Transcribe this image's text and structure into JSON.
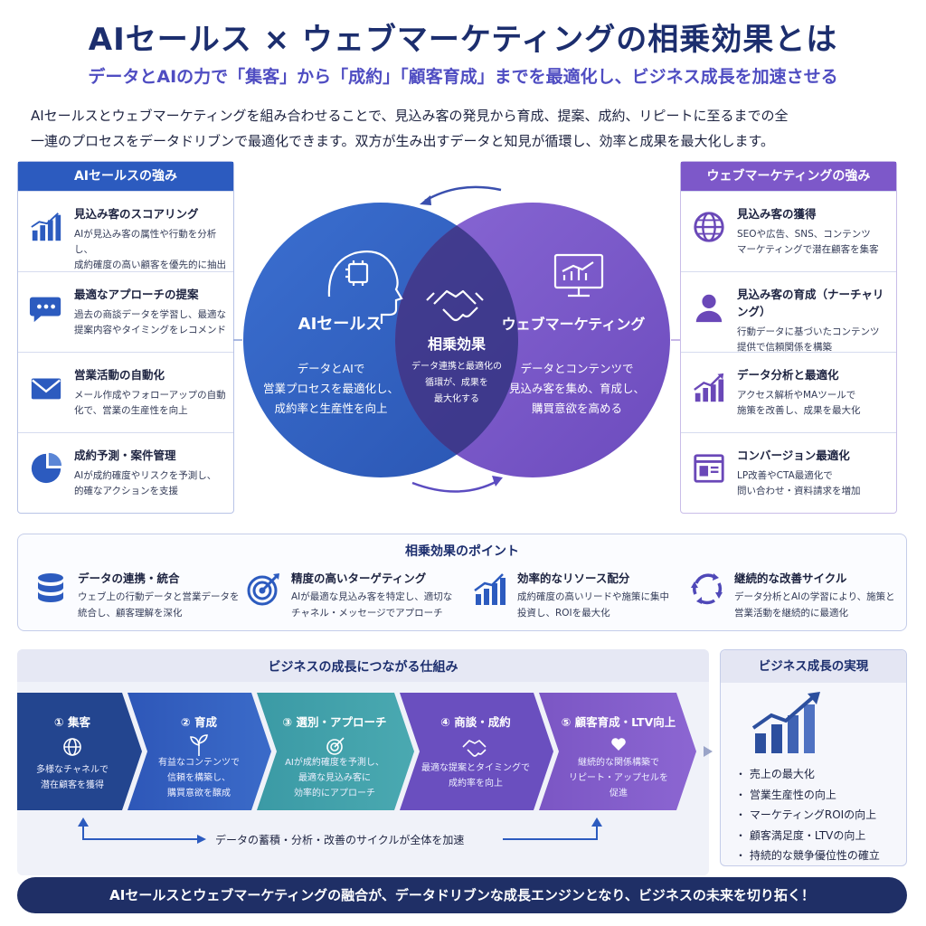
{
  "header": {
    "title": "AIセールス × ウェブマーケティングの相乗効果とは",
    "subtitle": "データとAIの力で「集客」から「成約」「顧客育成」までを最適化し、ビジネス成長を加速させる",
    "intro_line1": "AIセールスとウェブマーケティングを組み合わせることで、見込み客の発見から育成、提案、成約、リピートに至るまでの全",
    "intro_line2": "一連のプロセスをデータドリブンで最適化できます。双方が生み出すデータと知見が循環し、効率と成果を最大化します。"
  },
  "colors": {
    "ai_blue": "#2c5bbf",
    "web_purple": "#7d58c9",
    "teal": "#3c9aa5",
    "navy": "#1f2f66"
  },
  "left_panel": {
    "title": "AIセールスの強み",
    "items": [
      {
        "icon": "bar-chart-icon",
        "title": "見込み客のスコアリング",
        "desc1": "AIが見込み客の属性や行動を分析し、",
        "desc2": "成約確度の高い顧客を優先的に抽出"
      },
      {
        "icon": "chat-bubble-icon",
        "title": "最適なアプローチの提案",
        "desc1": "過去の商談データを学習し、最適な",
        "desc2": "提案内容やタイミングをレコメンド"
      },
      {
        "icon": "mail-icon",
        "title": "営業活動の自動化",
        "desc1": "メール作成やフォローアップの自動",
        "desc2": "化で、営業の生産性を向上"
      },
      {
        "icon": "pie-chart-icon",
        "title": "成約予測・案件管理",
        "desc1": "AIが成約確度やリスクを予測し、",
        "desc2": "的確なアクションを支援"
      }
    ]
  },
  "right_panel": {
    "title": "ウェブマーケティングの強み",
    "items": [
      {
        "icon": "globe-icon",
        "title": "見込み客の獲得",
        "desc1": "SEOや広告、SNS、コンテンツ",
        "desc2": "マーケティングで潜在顧客を集客"
      },
      {
        "icon": "person-icon",
        "title": "見込み客の育成（ナーチャリング）",
        "desc1": "行動データに基づいたコンテンツ",
        "desc2": "提供で信頼関係を構築"
      },
      {
        "icon": "growth-chart-icon",
        "title": "データ分析と最適化",
        "desc1": "アクセス解析やMAツールで",
        "desc2": "施策を改善し、成果を最大化"
      },
      {
        "icon": "webpage-icon",
        "title": "コンバージョン最適化",
        "desc1": "LP改善やCTA最適化で",
        "desc2": "問い合わせ・資料請求を増加"
      }
    ]
  },
  "venn": {
    "ai_title": "AIセールス",
    "ai_desc1": "データとAIで",
    "ai_desc2": "営業プロセスを最適化し、",
    "ai_desc3": "成約率と生産性を向上",
    "web_title": "ウェブマーケティング",
    "web_desc1": "データとコンテンツで",
    "web_desc2": "見込み客を集め、育成し、",
    "web_desc3": "購買意欲を高める",
    "center_title": "相乗効果",
    "center_desc1": "データ連携と最適化の",
    "center_desc2": "循環が、成果を",
    "center_desc3": "最大化する"
  },
  "points": {
    "title": "相乗効果のポイント",
    "items": [
      {
        "icon": "database-icon",
        "title": "データの連携・統合",
        "desc1": "ウェブ上の行動データと営業データを",
        "desc2": "統合し、顧客理解を深化"
      },
      {
        "icon": "target-icon",
        "title": "精度の高いターゲティング",
        "desc1": "AIが最適な見込み客を特定し、適切な",
        "desc2": "チャネル・メッセージでアプローチ"
      },
      {
        "icon": "rising-chart-icon",
        "title": "効率的なリソース配分",
        "desc1": "成約確度の高いリードや施策に集中",
        "desc2": "投資し、ROIを最大化"
      },
      {
        "icon": "cycle-icon",
        "title": "継続的な改善サイクル",
        "desc1": "データ分析とAIの学習により、施策と",
        "desc2": "営業活動を継続的に最適化"
      }
    ]
  },
  "flow": {
    "title": "ビジネスの成長につながる仕組み",
    "steps": [
      {
        "label": "① 集客",
        "icon": "globe-icon",
        "desc1": "多様なチャネルで",
        "desc2": "潜在顧客を獲得",
        "desc3": ""
      },
      {
        "label": "② 育成",
        "icon": "sprout-icon",
        "desc1": "有益なコンテンツで",
        "desc2": "信頼を構築し、",
        "desc3": "購買意欲を醸成"
      },
      {
        "label": "③ 選別・アプローチ",
        "icon": "target-icon",
        "desc1": "AIが成約確度を予測し、",
        "desc2": "最適な見込み客に",
        "desc3": "効率的にアプローチ"
      },
      {
        "label": "④ 商談・成約",
        "icon": "handshake-icon",
        "desc1": "最適な提案とタイミングで",
        "desc2": "成約率を向上",
        "desc3": ""
      },
      {
        "label": "⑤ 顧客育成・LTV向上",
        "icon": "heart-icon",
        "desc1": "継続的な関係構築で",
        "desc2": "リピート・アップセルを",
        "desc3": "促進"
      }
    ],
    "cycle_text": "データの蓄積・分析・改善のサイクルが全体を加速"
  },
  "growth": {
    "title": "ビジネス成長の実現",
    "items": [
      "・ 売上の最大化",
      "・ 営業生産性の向上",
      "・ マーケティングROIの向上",
      "・ 顧客満足度・LTVの向上",
      "・ 持続的な競争優位性の確立"
    ]
  },
  "footer": {
    "text": "AIセールスとウェブマーケティングの融合が、データドリブンな成長エンジンとなり、ビジネスの未来を切り拓く！"
  }
}
